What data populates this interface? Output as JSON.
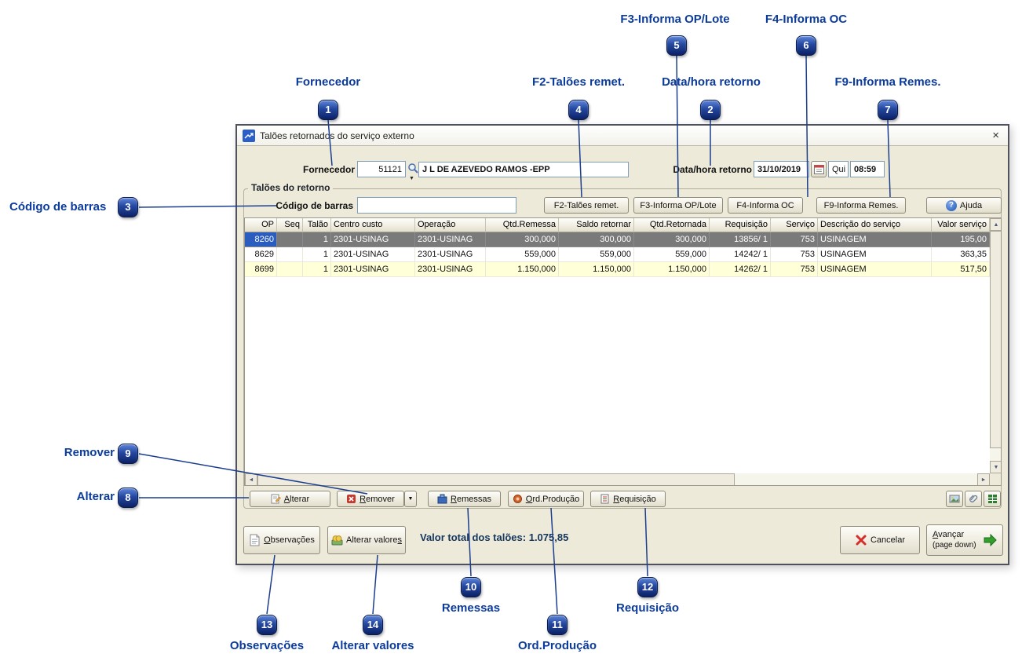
{
  "window": {
    "title": "Talões retornados do serviço externo"
  },
  "icons": {
    "close": "×",
    "dropdown": "▼",
    "help": "?",
    "up": "▲",
    "down": "▼",
    "left": "◄",
    "right": "►"
  },
  "header": {
    "fornecedor_label": "Fornecedor",
    "fornecedor_code": "51121",
    "fornecedor_name": "J L DE AZEVEDO RAMOS -EPP",
    "datetime_label": "Data/hora retorno",
    "date": "31/10/2019",
    "weekday": "Qui",
    "time": "08:59"
  },
  "group": {
    "title": "Talões do retorno",
    "barcode_label": "Código de barras",
    "barcode_value": "",
    "btn_f2": "F2-Talões remet.",
    "btn_f3": "F3-Informa OP/Lote",
    "btn_f4": "F4-Informa OC",
    "btn_f9": "F9-Informa Remes.",
    "btn_help": "Ajuda"
  },
  "grid": {
    "columns": [
      "OP",
      "Seq",
      "Talão",
      "Centro custo",
      "Operação",
      "Qtd.Remessa",
      "Saldo retornar",
      "Qtd.Retornada",
      "Requisição",
      "Serviço",
      "Descrição do serviço",
      "Valor serviço"
    ],
    "rows": [
      [
        "8260",
        "",
        "1",
        "2301-USINAG",
        "2301-USINAG",
        "300,000",
        "300,000",
        "300,000",
        "13856/ 1",
        "753",
        "USINAGEM",
        "195,00"
      ],
      [
        "8629",
        "",
        "1",
        "2301-USINAG",
        "2301-USINAG",
        "559,000",
        "559,000",
        "559,000",
        "14242/ 1",
        "753",
        "USINAGEM",
        "363,35"
      ],
      [
        "8699",
        "",
        "1",
        "2301-USINAG",
        "2301-USINAG",
        "1.150,000",
        "1.150,000",
        "1.150,000",
        "14262/ 1",
        "753",
        "USINAGEM",
        "517,50"
      ]
    ],
    "row_states": [
      "selected",
      "",
      "alternate"
    ]
  },
  "actions": {
    "alterar": "Alterar",
    "remover": "Remover",
    "remessas": "Remessas",
    "ord_producao": "Ord.Produção",
    "requisicao": "Requisição"
  },
  "footer": {
    "observacoes": "Observações",
    "alterar_valores": "Alterar valores",
    "total_label": "Valor total dos talões:",
    "total_value": "1.075,85",
    "cancelar": "Cancelar",
    "avancar_line1": "Avançar",
    "avancar_line2": "(page down)"
  },
  "callouts": [
    {
      "num": "1",
      "label": "Fornecedor"
    },
    {
      "num": "2",
      "label": "Data/hora retorno"
    },
    {
      "num": "3",
      "label": "Código de barras"
    },
    {
      "num": "4",
      "label": "F2-Talões remet."
    },
    {
      "num": "5",
      "label": "F3-Informa OP/Lote"
    },
    {
      "num": "6",
      "label": "F4-Informa OC"
    },
    {
      "num": "7",
      "label": "F9-Informa Remes."
    },
    {
      "num": "8",
      "label": "Alterar"
    },
    {
      "num": "9",
      "label": "Remover"
    },
    {
      "num": "10",
      "label": "Remessas"
    },
    {
      "num": "11",
      "label": "Ord.Produção"
    },
    {
      "num": "12",
      "label": "Requisição"
    },
    {
      "num": "13",
      "label": "Observações"
    },
    {
      "num": "14",
      "label": "Alterar valores"
    }
  ]
}
